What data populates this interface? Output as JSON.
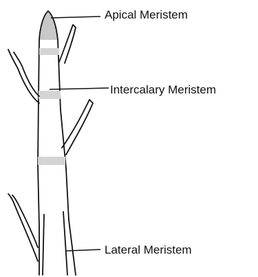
{
  "diagram": {
    "labels": {
      "apical": "Apical Meristem",
      "intercalary": "Intercalary Meristem",
      "lateral": "Lateral Meristem"
    },
    "colors": {
      "outline": "#111111",
      "meristem_shading": "#d4d4d4",
      "background": "#ffffff"
    }
  }
}
